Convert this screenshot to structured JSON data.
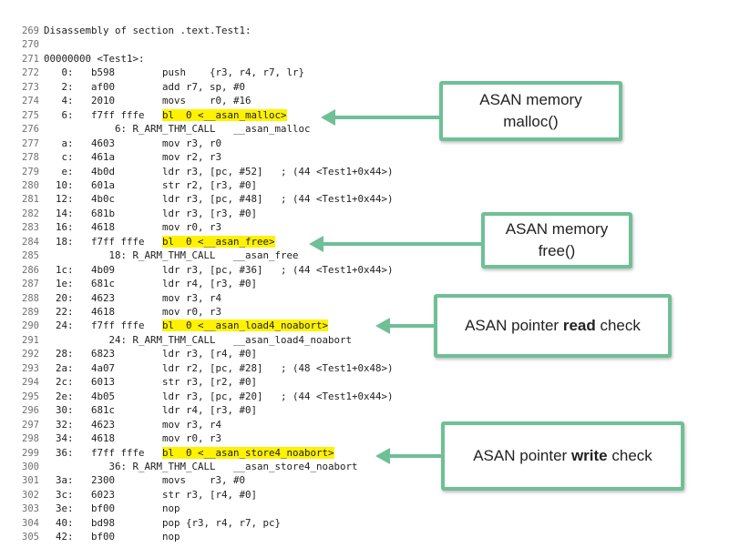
{
  "disassembly": {
    "lines": [
      {
        "n": "269",
        "text": "Disassembly of section .text.Test1:"
      },
      {
        "n": "270",
        "text": ""
      },
      {
        "n": "271",
        "text": "00000000 <Test1>:"
      },
      {
        "n": "272",
        "text": "   0:   b598        push    {r3, r4, r7, lr}"
      },
      {
        "n": "273",
        "text": "   2:   af00        add r7, sp, #0"
      },
      {
        "n": "274",
        "text": "   4:   2010        movs    r0, #16"
      },
      {
        "n": "275",
        "text": "   6:   f7ff fffe   bl  0 <__asan_malloc>",
        "hl": "bl  0 <__asan_malloc>"
      },
      {
        "n": "276",
        "text": "            6: R_ARM_THM_CALL   __asan_malloc"
      },
      {
        "n": "277",
        "text": "   a:   4603        mov r3, r0"
      },
      {
        "n": "278",
        "text": "   c:   461a        mov r2, r3"
      },
      {
        "n": "279",
        "text": "   e:   4b0d        ldr r3, [pc, #52]   ; (44 <Test1+0x44>)"
      },
      {
        "n": "280",
        "text": "  10:   601a        str r2, [r3, #0]"
      },
      {
        "n": "281",
        "text": "  12:   4b0c        ldr r3, [pc, #48]   ; (44 <Test1+0x44>)"
      },
      {
        "n": "282",
        "text": "  14:   681b        ldr r3, [r3, #0]"
      },
      {
        "n": "283",
        "text": "  16:   4618        mov r0, r3"
      },
      {
        "n": "284",
        "text": "  18:   f7ff fffe   bl  0 <__asan_free>",
        "hl": "bl  0 <__asan_free>"
      },
      {
        "n": "285",
        "text": "           18: R_ARM_THM_CALL   __asan_free"
      },
      {
        "n": "286",
        "text": "  1c:   4b09        ldr r3, [pc, #36]   ; (44 <Test1+0x44>)"
      },
      {
        "n": "287",
        "text": "  1e:   681c        ldr r4, [r3, #0]"
      },
      {
        "n": "288",
        "text": "  20:   4623        mov r3, r4"
      },
      {
        "n": "289",
        "text": "  22:   4618        mov r0, r3"
      },
      {
        "n": "290",
        "text": "  24:   f7ff fffe   bl  0 <__asan_load4_noabort>",
        "hl": "bl  0 <__asan_load4_noabort>"
      },
      {
        "n": "291",
        "text": "           24: R_ARM_THM_CALL   __asan_load4_noabort"
      },
      {
        "n": "292",
        "text": "  28:   6823        ldr r3, [r4, #0]"
      },
      {
        "n": "293",
        "text": "  2a:   4a07        ldr r2, [pc, #28]   ; (48 <Test1+0x48>)"
      },
      {
        "n": "294",
        "text": "  2c:   6013        str r3, [r2, #0]"
      },
      {
        "n": "295",
        "text": "  2e:   4b05        ldr r3, [pc, #20]   ; (44 <Test1+0x44>)"
      },
      {
        "n": "296",
        "text": "  30:   681c        ldr r4, [r3, #0]"
      },
      {
        "n": "297",
        "text": "  32:   4623        mov r3, r4"
      },
      {
        "n": "298",
        "text": "  34:   4618        mov r0, r3"
      },
      {
        "n": "299",
        "text": "  36:   f7ff fffe   bl  0 <__asan_store4_noabort>",
        "hl": "bl  0 <__asan_store4_noabort>"
      },
      {
        "n": "300",
        "text": "           36: R_ARM_THM_CALL   __asan_store4_noabort"
      },
      {
        "n": "301",
        "text": "  3a:   2300        movs    r3, #0"
      },
      {
        "n": "302",
        "text": "  3c:   6023        str r3, [r4, #0]"
      },
      {
        "n": "303",
        "text": "  3e:   bf00        nop"
      },
      {
        "n": "304",
        "text": "  40:   bd98        pop {r3, r4, r7, pc}"
      },
      {
        "n": "305",
        "text": "  42:   bf00        nop"
      }
    ]
  },
  "callouts": {
    "malloc": {
      "line1": "ASAN memory",
      "line2": "malloc()"
    },
    "free": {
      "line1": "ASAN memory",
      "line2": "free()"
    },
    "read": {
      "prefix": "ASAN pointer ",
      "bold": "read",
      "suffix": " check"
    },
    "write": {
      "prefix": "ASAN pointer ",
      "bold": "write",
      "suffix": " check"
    }
  },
  "colors": {
    "highlight": "#fff200",
    "callout_border": "#6fbf97"
  }
}
